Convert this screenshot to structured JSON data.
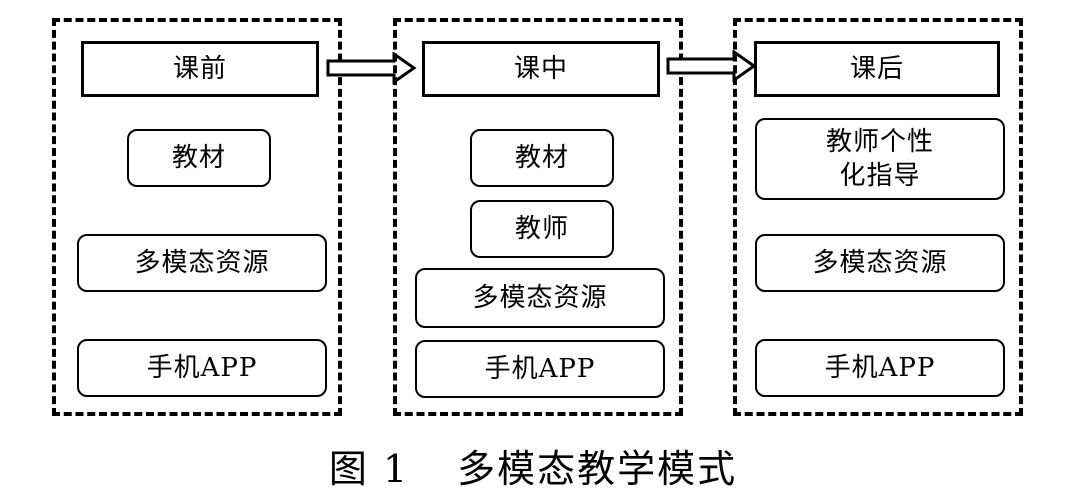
{
  "stages": [
    {
      "header": "课前",
      "items": [
        "教材",
        "多模态资源",
        "手机APP"
      ]
    },
    {
      "header": "课中",
      "items": [
        "教材",
        "教师",
        "多模态资源",
        "手机APP"
      ]
    },
    {
      "header": "课后",
      "items": [
        "教师个性\n化指导",
        "多模态资源",
        "手机APP"
      ]
    }
  ],
  "caption": {
    "figure_number": "图 1",
    "title": "多模态教学模式"
  }
}
